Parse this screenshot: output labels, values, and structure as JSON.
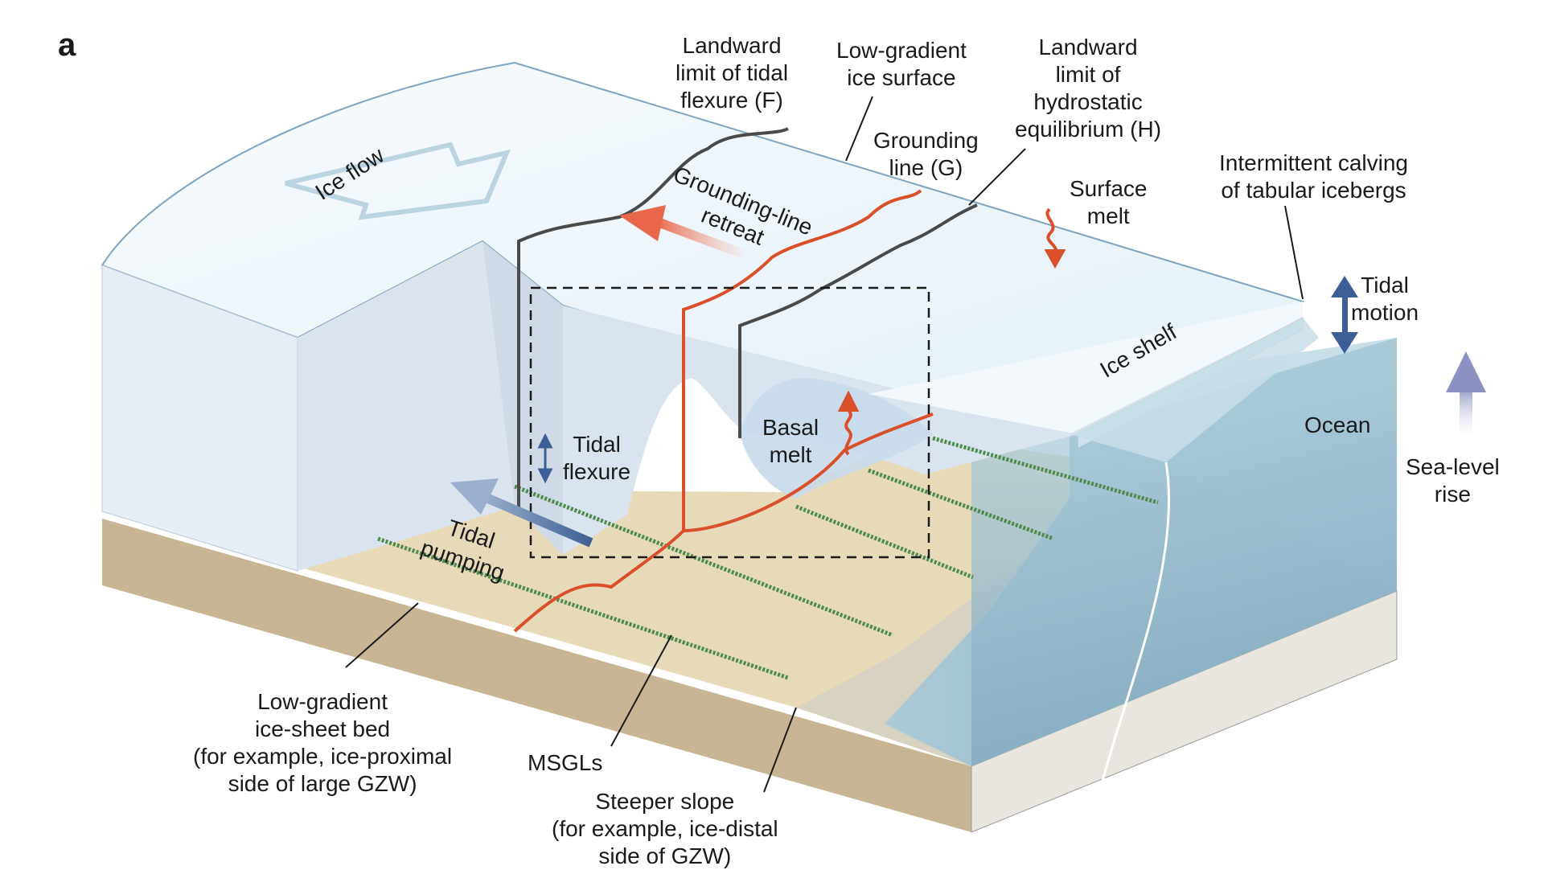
{
  "panel_letter": "a",
  "labels": {
    "ice_flow": "Ice flow",
    "landward_limit_F": "Landward\nlimit of tidal\nflexure (F)",
    "low_gradient_ice_surface": "Low-gradient\nice surface",
    "landward_limit_H": "Landward\nlimit of\nhydrostatic\nequilibrium (H)",
    "grounding_line": "Grounding\nline (G)",
    "grounding_line_retreat": "Grounding-line\nretreat",
    "surface_melt": "Surface\nmelt",
    "intermittent_calving": "Intermittent calving\nof tabular icebergs",
    "tidal_motion": "Tidal\nmotion",
    "ice_shelf": "Ice shelf",
    "ocean": "Ocean",
    "sea_level_rise": "Sea-level\nrise",
    "basal_melt": "Basal\nmelt",
    "tidal_flexure": "Tidal\nflexure",
    "tidal_pumping": "Tidal\npumping",
    "low_gradient_bed": "Low-gradient\nice-sheet bed\n(for example, ice-proximal\nside of large GZW)",
    "msgls": "MSGLs",
    "steeper_slope": "Steeper slope\n(for example, ice-distal\nside of GZW)"
  },
  "colors": {
    "ice_top": "#eef6fb",
    "ice_side": "#d7e3ee",
    "ice_front": "#e6eef6",
    "bed_top": "#e8dcbb",
    "bed_side": "#b7a98f",
    "bed_front": "#c9b795",
    "ocean": "#8fb8cc",
    "ocean_deep": "#6c9bb2",
    "grounding_red": "#d9502a",
    "limit_line": "#4a4a4a",
    "msgl_green": "#4f8a4e",
    "tidal_blue": "#3d5f97",
    "sea_level_purple": "#8d91c4"
  }
}
